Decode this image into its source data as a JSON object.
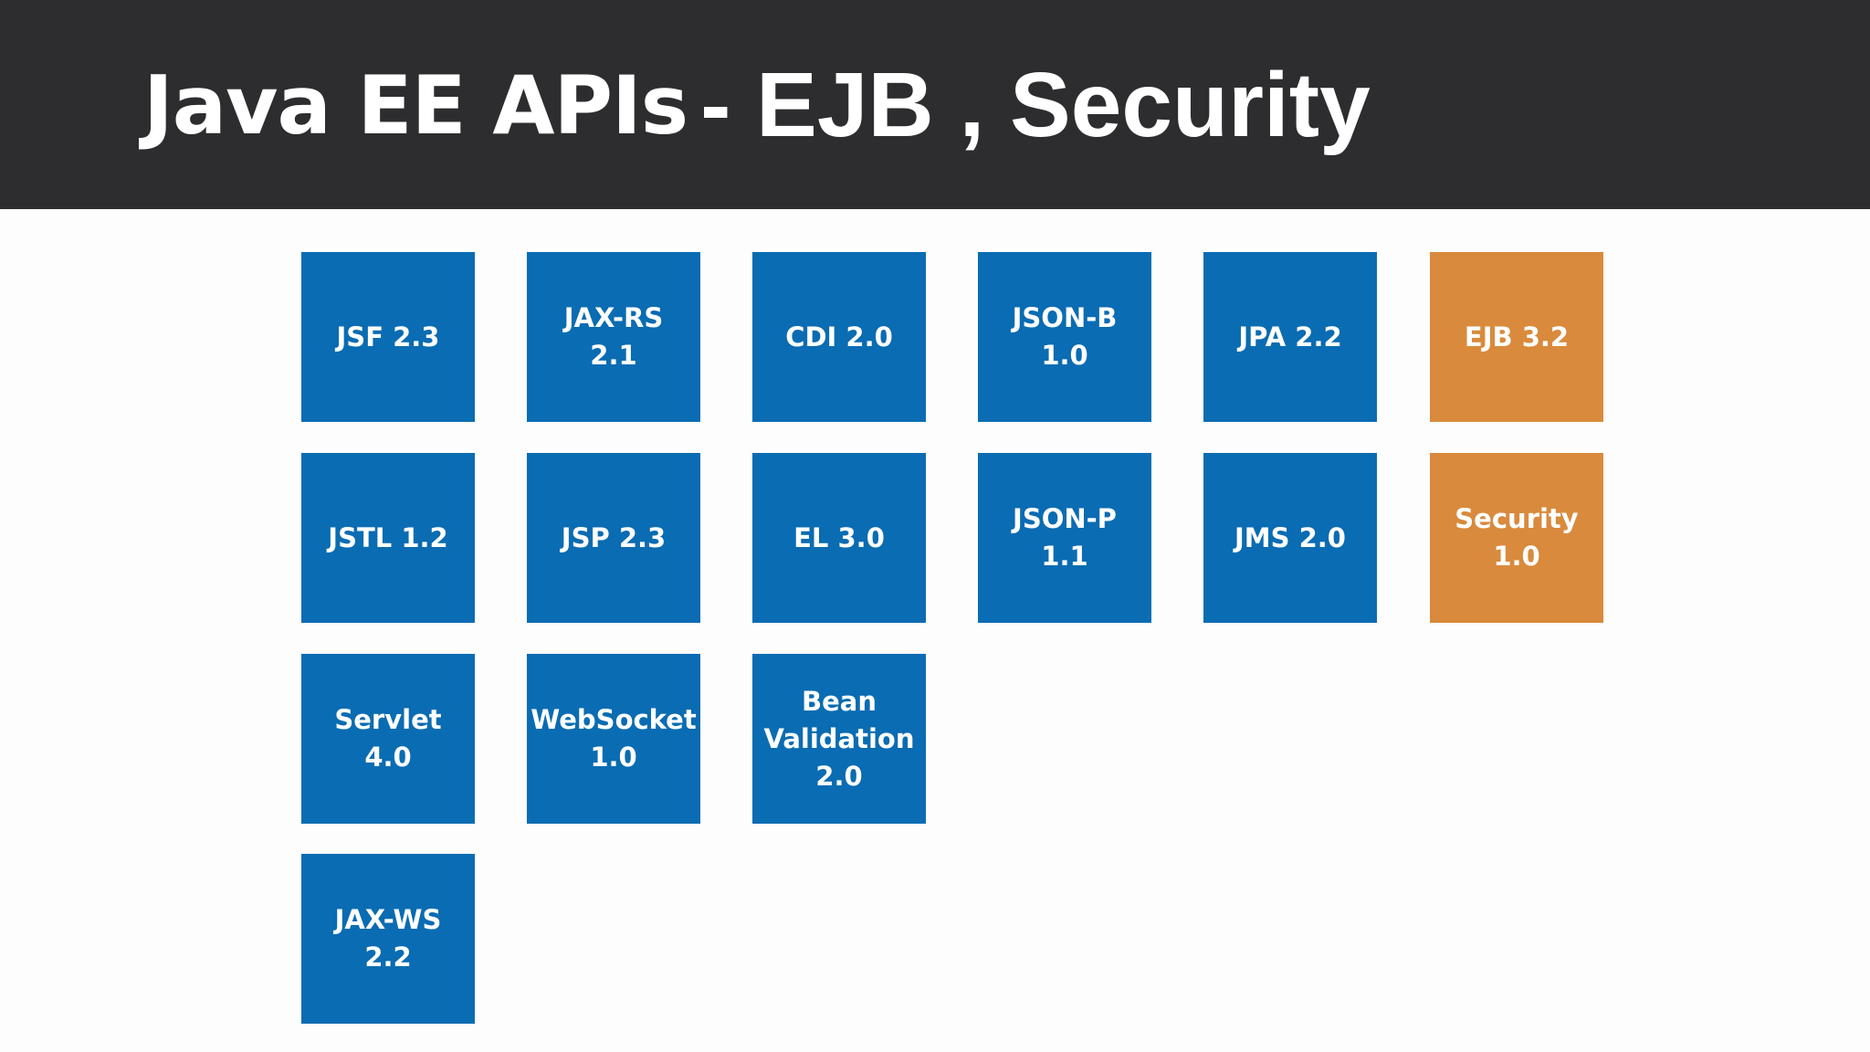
{
  "header": {
    "title_main": "Java EE APIs",
    "title_sub": "- EJB , Security"
  },
  "colors": {
    "header_bg": "#2d2d30",
    "tile_default": "#0a6cb2",
    "tile_highlight": "#d98a3c",
    "page_bg": "#fdfdfd"
  },
  "tiles": [
    {
      "label": "JSF 2.3",
      "highlight": false
    },
    {
      "label": "JAX-RS\n2.1",
      "highlight": false
    },
    {
      "label": "CDI 2.0",
      "highlight": false
    },
    {
      "label": "JSON-B\n1.0",
      "highlight": false
    },
    {
      "label": "JPA 2.2",
      "highlight": false
    },
    {
      "label": "EJB 3.2",
      "highlight": true
    },
    {
      "label": "JSTL 1.2",
      "highlight": false
    },
    {
      "label": "JSP 2.3",
      "highlight": false
    },
    {
      "label": "EL 3.0",
      "highlight": false
    },
    {
      "label": "JSON-P\n1.1",
      "highlight": false
    },
    {
      "label": "JMS 2.0",
      "highlight": false
    },
    {
      "label": "Security\n1.0",
      "highlight": true
    },
    {
      "label": "Servlet 4.0",
      "highlight": false
    },
    {
      "label": "WebSocket\n1.0",
      "highlight": false
    },
    {
      "label": "Bean\nValidation\n2.0",
      "highlight": false
    },
    {
      "label": "JAX-WS\n2.2",
      "highlight": false
    }
  ]
}
